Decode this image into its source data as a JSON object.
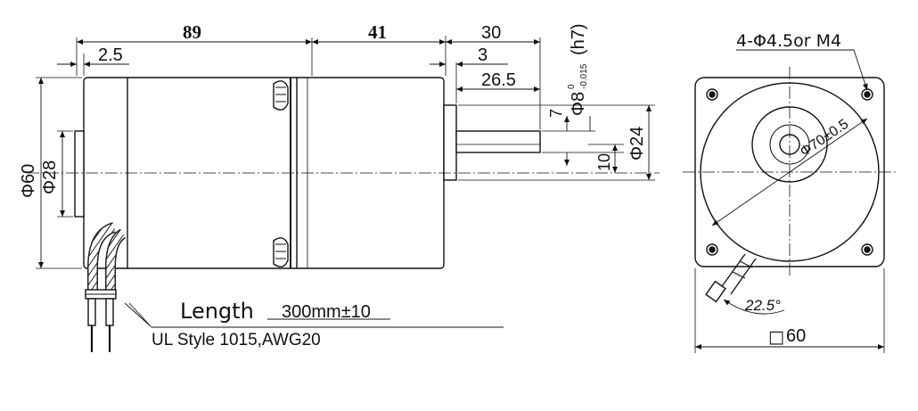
{
  "side_view": {
    "dims": {
      "total_left": "89",
      "total_right": "41",
      "flange_offset": "2.5",
      "shaft_total": "30",
      "shaft_start": "3",
      "shaft_flat": "26.5",
      "body_dia": "Φ60",
      "boss_dia": "Φ28",
      "shaft_dia": "Φ8",
      "shaft_tol": "-0.015",
      "shaft_tol_top": "0",
      "shaft_fit": "(h7)",
      "pilot_dia": "Φ24",
      "shaft_height_a": "7",
      "shaft_height_b": "10"
    },
    "cable": {
      "length_label": "Length",
      "length_value": "300mm±10",
      "spec": "UL Style 1015,AWG20"
    }
  },
  "end_view": {
    "holes": "4-Φ4.5or M4",
    "pcd": "Φ70±0.5",
    "angle": "22.5°",
    "square_symbol": "□",
    "square_size": "60"
  }
}
